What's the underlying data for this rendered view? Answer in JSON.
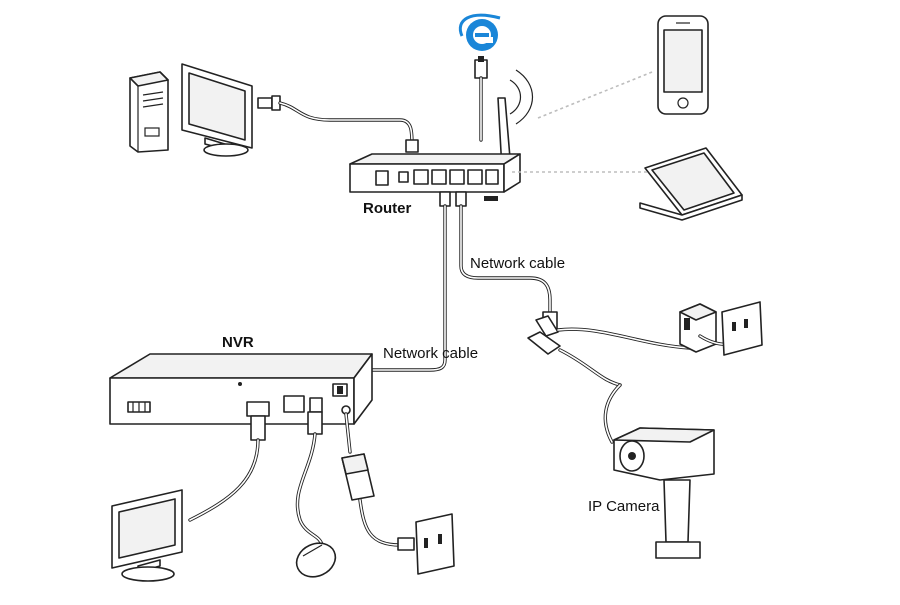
{
  "labels": {
    "router": "Router",
    "nvr": "NVR",
    "network_cable_top": "Network cable",
    "network_cable_bottom": "Network cable",
    "ip_camera": "IP Camera"
  },
  "colors": {
    "line": "#222222",
    "wireless_link": "#bdbdbd",
    "ie_logo": "#1a86d8",
    "background": "#ffffff"
  },
  "icons": [
    "desktop-computer-icon",
    "monitor-icon",
    "internet-explorer-icon",
    "smartphone-icon",
    "laptop-icon",
    "router-icon",
    "nvr-recorder-icon",
    "ip-camera-icon",
    "power-adapter-icon",
    "wall-outlet-icon",
    "mouse-icon"
  ]
}
